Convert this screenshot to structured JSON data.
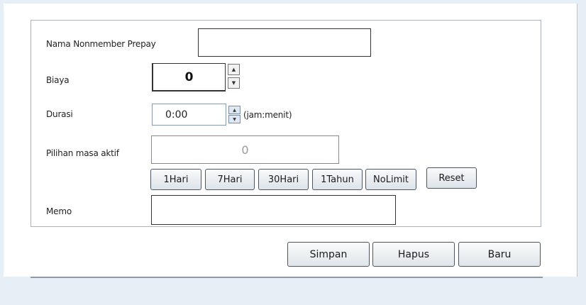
{
  "form": {
    "nama_label": "Nama Nonmember Prepay",
    "nama_value": "",
    "biaya_label": "Biaya",
    "biaya_value": "0",
    "durasi_label": "Durasi",
    "durasi_value": "0:00",
    "durasi_hint": "(jam:menit)",
    "pilihan_label": "Pilihan masa aktif",
    "pilihan_value": "0",
    "memo_label": "Memo",
    "memo_value": ""
  },
  "quick_buttons": {
    "hari1": "1Hari",
    "hari7": "7Hari",
    "hari30": "30Hari",
    "tahun1": "1Tahun",
    "nolimit": "NoLimit",
    "reset": "Reset"
  },
  "actions": {
    "simpan": "Simpan",
    "hapus": "Hapus",
    "baru": "Baru"
  },
  "icons": {
    "spin_up": "up-arrow-icon",
    "spin_down": "down-arrow-icon"
  }
}
